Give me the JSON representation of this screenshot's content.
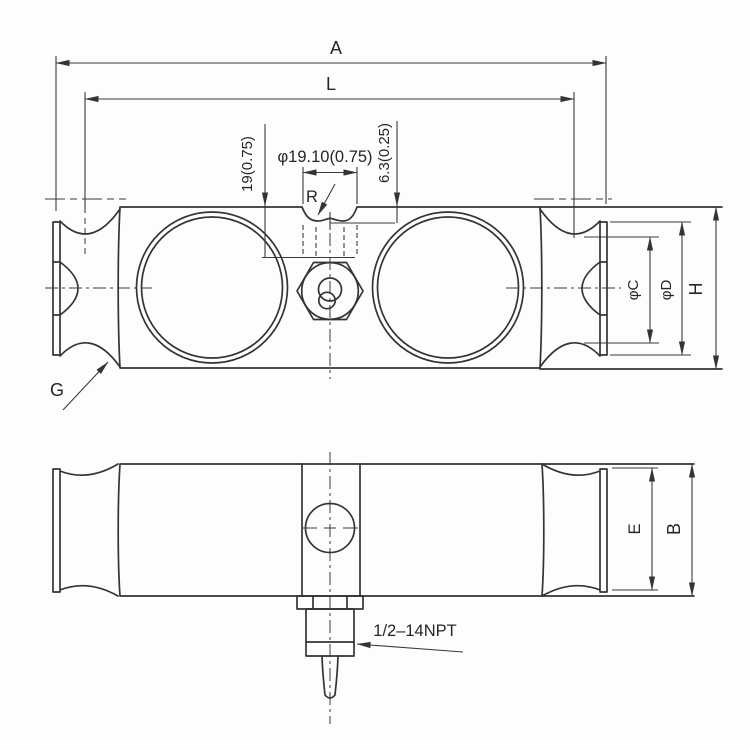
{
  "drawing": {
    "line_color": "#343434",
    "labels": {
      "overall_length": "A",
      "load_center_span": "L",
      "recess_diameter": "φ19.10(0.75)",
      "recess_depth": "19(0.75)",
      "step_depth": "6.3(0.25)",
      "radius": "R",
      "groove": "G",
      "phi_c": "φC",
      "phi_d": "φD",
      "height": "H",
      "end_width": "E",
      "overall_width": "B",
      "conduit_thread": "1/2–14NPT"
    }
  }
}
